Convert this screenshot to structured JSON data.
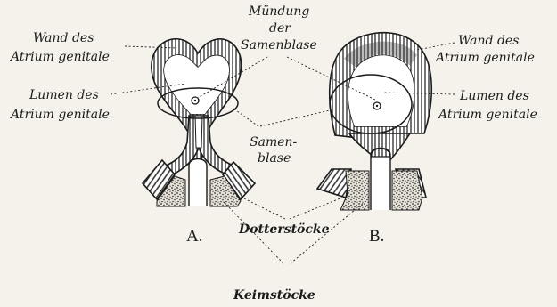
{
  "labels": {
    "muendung_line1": "Mündung",
    "muendung_line2": "der",
    "muendung_line3": "Samenblase",
    "wand_left_line1": "Wand des",
    "wand_left_line2": "Atrium genitale",
    "wand_right_line1": "Wand des",
    "wand_right_line2": "Atrium genitale",
    "lumen_left_line1": "Lumen des",
    "lumen_left_line2": "Atrium genitale",
    "lumen_right_line1": "Lumen des",
    "lumen_right_line2": "Atrium genitale",
    "samenblase_line1": "Samen-",
    "samenblase_line2": "blase",
    "dotterstoecke": "Dotterstöcke",
    "keimstoecke": "Keimstöcke",
    "figure_a": "A.",
    "figure_b": "B."
  }
}
